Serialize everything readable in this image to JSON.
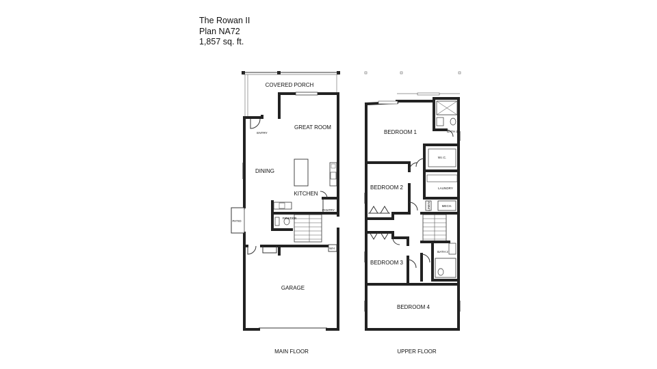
{
  "header": {
    "model_name": "The Rowan II",
    "plan_number": "Plan NA72",
    "square_footage": "1,857 sq. ft."
  },
  "main_floor": {
    "label": "MAIN FLOOR",
    "rooms": {
      "covered_porch": "COVERED PORCH",
      "entry": "ENTRY",
      "great_room": "GREAT ROOM",
      "dining": "DINING",
      "kitchen": "KITCHEN",
      "pantry": "PANTRY",
      "powder": "POWDER",
      "patio": "PATIO",
      "wh": "WH",
      "garage": "GARAGE"
    }
  },
  "upper_floor": {
    "label": "UPPER FLOOR",
    "rooms": {
      "bedroom_1": "BEDROOM 1",
      "bath_1": "BATH 1",
      "wic": "W.I.C.",
      "bedroom_2": "BEDROOM 2",
      "laundry": "LAUNDRY",
      "linen": "LINEN",
      "mech": "MECH.",
      "bedroom_3": "BEDROOM 3",
      "bath_2": "BATH 2",
      "bedroom_4": "BEDROOM 4"
    }
  }
}
